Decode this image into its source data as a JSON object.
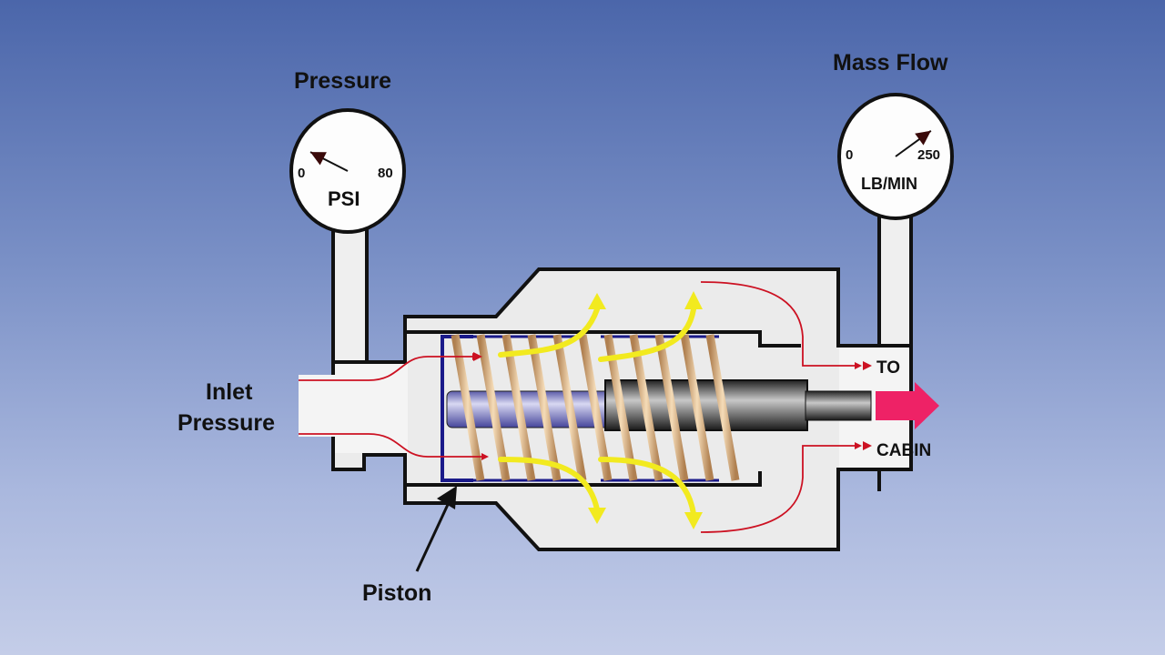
{
  "pressure_gauge": {
    "title": "Pressure",
    "scale_min": "0",
    "scale_max": "80",
    "unit": "PSI",
    "needle_fraction": 0.15
  },
  "mass_flow_gauge": {
    "title": "Mass Flow",
    "scale_min": "0",
    "scale_max": "250",
    "unit": "LB/MIN",
    "needle_fraction": 0.8
  },
  "labels": {
    "inlet_line1": "Inlet",
    "inlet_line2": "Pressure",
    "piston": "Piston",
    "outlet_to": "TO",
    "outlet_cabin": "CABIN"
  },
  "colors": {
    "flow_arrow_red": "#cc1122",
    "yellow_flow": "#f2ea1f",
    "outlet_arrow_pink": "#ee2266",
    "spring": "#e8c49a",
    "piston_outline": "#1a1a8a",
    "shaft_blue": "#6a6ab8",
    "shaft_dark": "#333333"
  }
}
